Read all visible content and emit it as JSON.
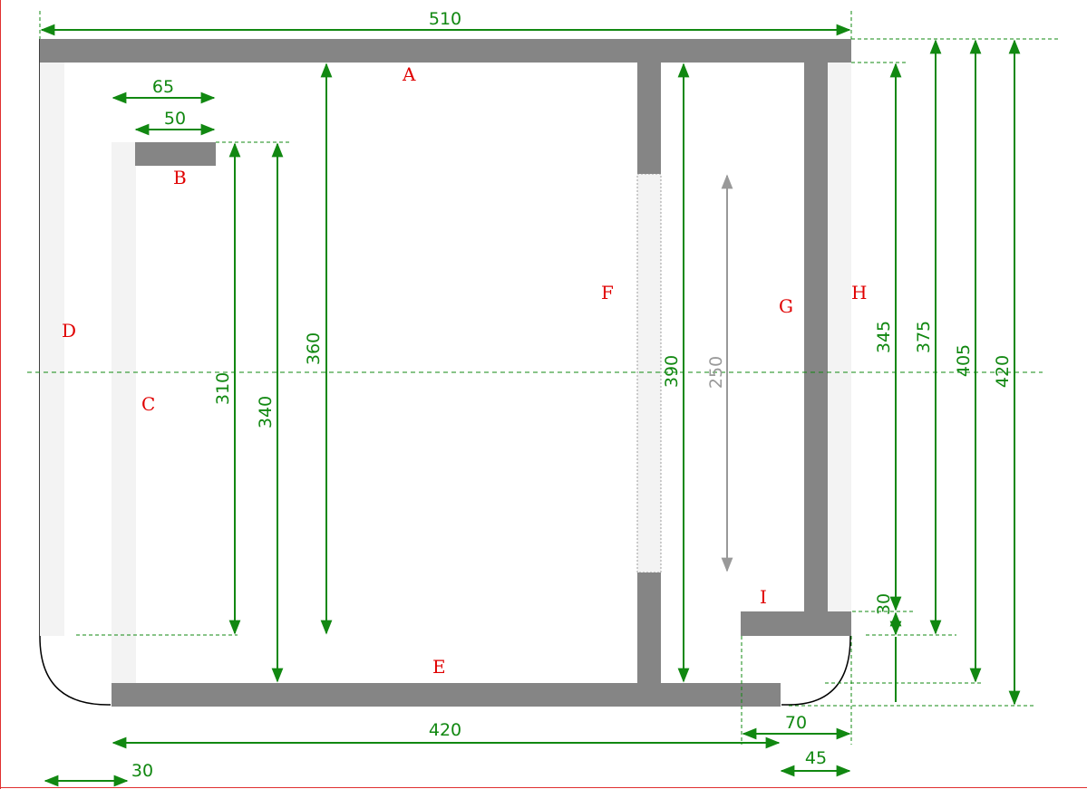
{
  "colors": {
    "panel": "#858585",
    "hidden_panel": "#f3f3f3",
    "dimension": "#118811",
    "part_label": "#e00000",
    "secondary_dimension": "#999999",
    "outline": "#000000",
    "frame_edge": "#e03030"
  },
  "parts": {
    "A": "A",
    "B": "B",
    "C": "C",
    "D": "D",
    "E": "E",
    "F": "F",
    "G": "G",
    "H": "H",
    "I": "I"
  },
  "dimensions": {
    "top_width": "510",
    "b_outer": "65",
    "b_inner": "50",
    "c_height": "310",
    "c_outer_height": "340",
    "a_to_floor": "360",
    "f_height": "390",
    "f_gap": "250",
    "g_height": "345",
    "h_height": "375",
    "outer_405": "405",
    "outer_420": "420",
    "i_thickness": "30",
    "bottom_width": "420",
    "i_width": "70",
    "right_offset": "45",
    "left_offset": "30"
  }
}
